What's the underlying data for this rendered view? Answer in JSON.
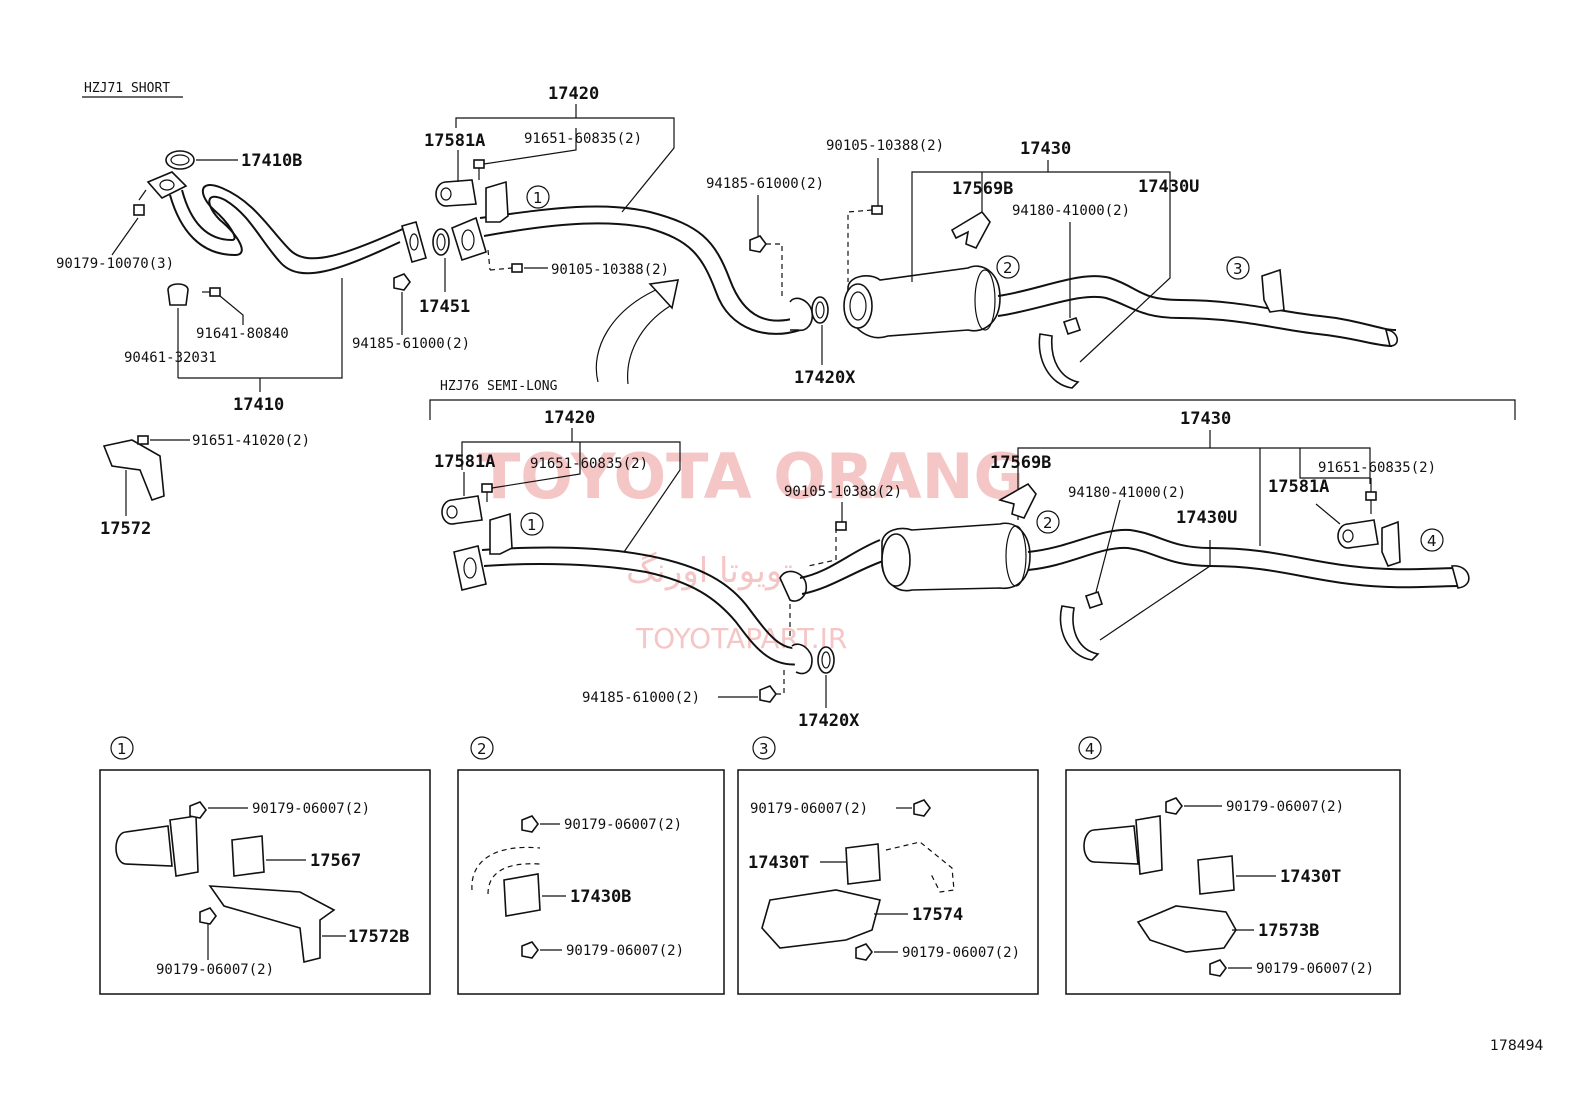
{
  "variants": {
    "short": "HZJ71 SHORT",
    "semi_long": "HZJ76 SEMI-LONG"
  },
  "watermark": {
    "brand": "TOYOTA ORANG",
    "persian": "تویوتا اورنگ",
    "site": "TOYOTAPART.IR"
  },
  "figure_number": "178494",
  "detail_markers": [
    "1",
    "2",
    "3",
    "4"
  ],
  "short_labels": {
    "p17410B": "17410B",
    "p90179_10070": "90179-10070(3)",
    "p90461_32031": "90461-32031",
    "p91641_80840": "91641-80840",
    "p17410": "17410",
    "p91651_41020": "91651-41020(2)",
    "p17572": "17572",
    "p17420": "17420",
    "p17581A": "17581A",
    "p91651_60835": "91651-60835(2)",
    "p90105_10388a": "90105-10388(2)",
    "p17451": "17451",
    "p94185_61000a": "94185-61000(2)",
    "p94185_61000b": "94185-61000(2)",
    "p17420X": "17420X",
    "p90105_10388b": "90105-10388(2)",
    "p17430": "17430",
    "p17569B": "17569B",
    "p94180_41000": "94180-41000(2)",
    "p17430U": "17430U"
  },
  "semi_labels": {
    "p17420": "17420",
    "p17581A": "17581A",
    "p91651_60835": "91651-60835(2)",
    "p90105_10388": "90105-10388(2)",
    "p94185_61000": "94185-61000(2)",
    "p17420X": "17420X",
    "p17430": "17430",
    "p17569B": "17569B",
    "p94180_41000": "94180-41000(2)",
    "p17430U": "17430U",
    "p91651_60835b": "91651-60835(2)",
    "p17581Ab": "17581A"
  },
  "details": [
    {
      "id": "1",
      "top_nut": "90179-06007(2)",
      "mount": "17567",
      "bracket": "17572B",
      "bottom_nut": "90179-06007(2)"
    },
    {
      "id": "2",
      "top_nut": "90179-06007(2)",
      "mount": "17430B",
      "bottom_nut": "90179-06007(2)"
    },
    {
      "id": "3",
      "top_nut": "90179-06007(2)",
      "mount": "17430T",
      "bracket": "17574",
      "bottom_nut": "90179-06007(2)"
    },
    {
      "id": "4",
      "top_nut": "90179-06007(2)",
      "mount": "17430T",
      "bracket": "17573B",
      "bottom_nut": "90179-06007(2)"
    }
  ]
}
